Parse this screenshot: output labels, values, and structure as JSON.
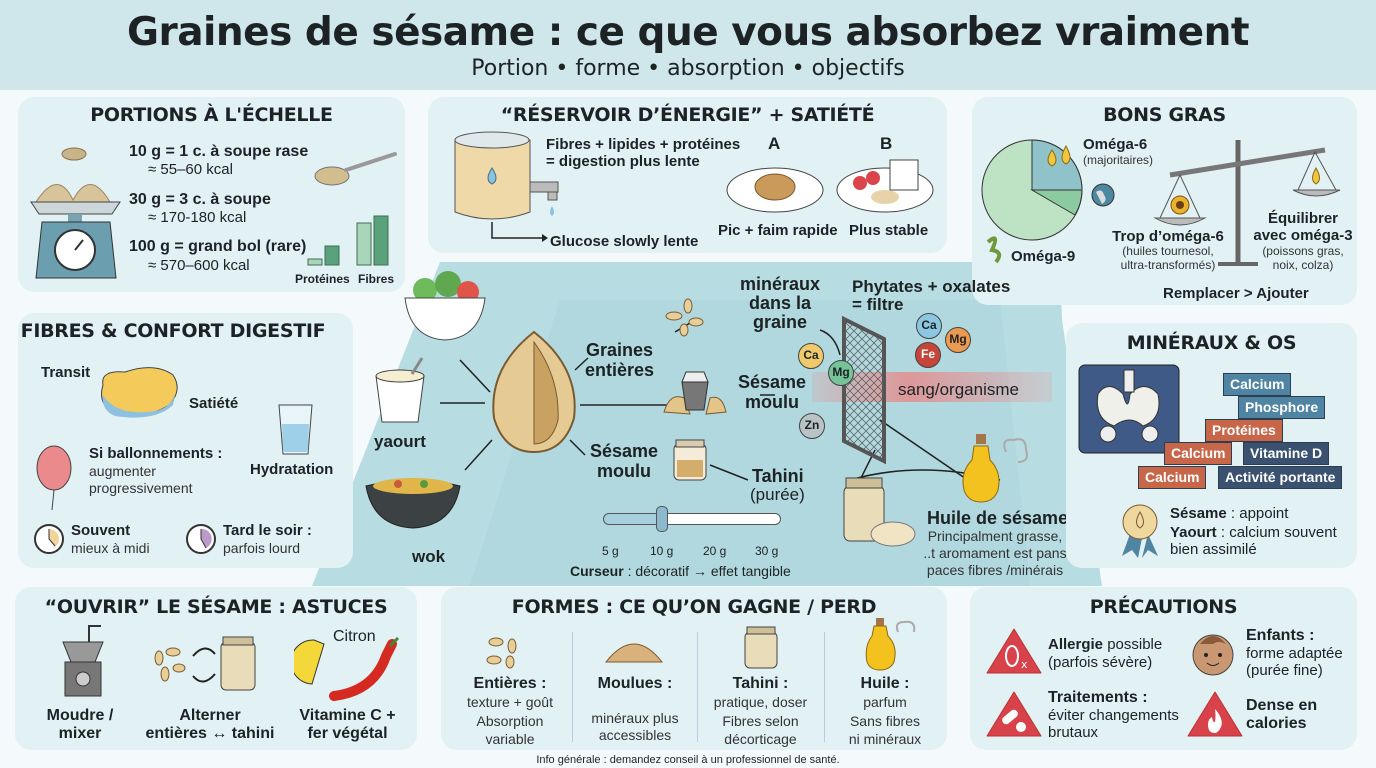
{
  "header": {
    "title": "Graines de sésame : ce que vous absorbez vraiment",
    "subtitle": "Portion • forme • absorption • objectifs"
  },
  "portions": {
    "title": "PORTIONS À L'ÉCHELLE",
    "rows": [
      {
        "main": "10 g = 1 c. à soupe rase",
        "kcal": "≈ 55–60 kcal"
      },
      {
        "main": "30 g = 3 c. à soupe",
        "kcal": "≈ 170-180 kcal"
      },
      {
        "main": "100 g = grand bol (rare)",
        "kcal": "≈ 570–600 kcal"
      }
    ],
    "bars": [
      "Protéines",
      "Fibres"
    ]
  },
  "reservoir": {
    "title": "“RÉSERVOIR D’ÉNERGIE” + SATIÉTÉ",
    "line1": "Fibres + lipides + protéines",
    "line2": "= digestion plus lente",
    "glucose": "Glucose slowly lente",
    "a": "A",
    "b": "B",
    "a_label": "Pic + faim rapide",
    "b_label": "Plus stable"
  },
  "gras": {
    "title": "BONS GRAS",
    "omega6": "Oméga-6",
    "omega6_sub": "(majoritaires)",
    "omega9": "Oméga-9",
    "trop": "Trop d’oméga-6",
    "trop_sub1": "(huiles tournesol,",
    "trop_sub2": "ultra-transformés)",
    "eq1": "Équilibrer",
    "eq2": "avec oméga-3",
    "eq_sub1": "(poissons gras,",
    "eq_sub2": "noix, colza)",
    "footer": "Remplacer > Ajouter",
    "pie": {
      "omega6": 0.25,
      "omega9": 0.6,
      "other": 0.15
    }
  },
  "fibres": {
    "title": "FIBRES & CONFORT DIGESTIF",
    "transit": "Transit",
    "satiete": "Satiété",
    "hydratation": "Hydratation",
    "ball_title": "Si ballonnements :",
    "ball_1": "augmenter",
    "ball_2": "progressivement",
    "midi_title": "Souvent",
    "midi_sub": "mieux à midi",
    "soir_title": "Tard le soir :",
    "soir_sub": "parfois lourd"
  },
  "center": {
    "yaourt": "yaourt",
    "wok": "wok",
    "graines1": "Graines",
    "graines2": "entières",
    "mineraux1": "minéraux",
    "mineraux2": "dans la",
    "mineraux3": "graine",
    "phytates1": "Phytates + oxalates",
    "phytates2": "= filtre",
    "sesame_moulu1": "Sésame",
    "sesame_moulu2": "moulu",
    "tahini": "Tahini",
    "puree": "(purée)",
    "sang": "sang/organisme",
    "minerals_in": [
      "Ca",
      "Mg",
      "Zn"
    ],
    "minerals_out": [
      "Ca",
      "Mg",
      "Fe"
    ],
    "huile_title": "Huile de sésame",
    "huile_1": "Principalment grasse,",
    "huile_2": "..t aromament est pans",
    "huile_3": "paces fibres /minérais",
    "slider": {
      "ticks": [
        "5 g",
        "10 g",
        "20 g",
        "30 g"
      ],
      "value": "10 g",
      "caption_bold": "Curseur",
      "caption": " : décoratif → effet tangible"
    }
  },
  "os": {
    "title": "MINÉRAUX & OS",
    "bricks": [
      "Calcium",
      "Phosphore",
      "Protéines",
      "Calcium",
      "Vitamine D",
      "Calcium",
      "Activité portante"
    ],
    "sesame_b": "Sésame",
    "sesame": " : appoint",
    "yaourt_b": "Yaourt",
    "yaourt": " : calcium souvent",
    "yaourt2": "bien assimilé",
    "colors": {
      "blue": "#4f84a3",
      "orange": "#c8664a",
      "navy": "#3a5170"
    }
  },
  "astuces": {
    "title": "“OUVRIR” LE SÉSAME : ASTUCES",
    "moudre1": "Moudre /",
    "moudre2": "mixer",
    "alt1": "Alterner",
    "alt2": "entières ↔ tahini",
    "citron": "Citron",
    "vitc1": "Vitamine C +",
    "vitc2": "fer végétal"
  },
  "formes": {
    "title": "FORMES : CE QU’ON GAGNE / PERD",
    "items": [
      {
        "label": "Entières :",
        "l1": "texture + goût",
        "l2": "Absorption",
        "l3": "variable"
      },
      {
        "label": "Moulues :",
        "l1": "",
        "l2": "minéraux plus",
        "l3": "accessibles"
      },
      {
        "label": "Tahini :",
        "l1": "pratique, doser",
        "l2": "Fibres selon",
        "l3": "décorticage"
      },
      {
        "label": "Huile :",
        "l1": "parfum",
        "l2": "Sans fibres",
        "l3": "ni minéraux"
      }
    ]
  },
  "precautions": {
    "title": "PRÉCAUTIONS",
    "allergie_b": "Allergie",
    "allergie": " possible",
    "allergie2": "(parfois sévère)",
    "enfants": "Enfants :",
    "enfants1": "forme adaptée",
    "enfants2": "(purée fine)",
    "trait": "Traitements :",
    "trait1": "éviter changements",
    "trait2": "brutaux",
    "dense1": "Dense en",
    "dense2": "calories",
    "accent": "#d8424a"
  },
  "footer": "Info générale : demandez conseil à un professionnel de santé."
}
